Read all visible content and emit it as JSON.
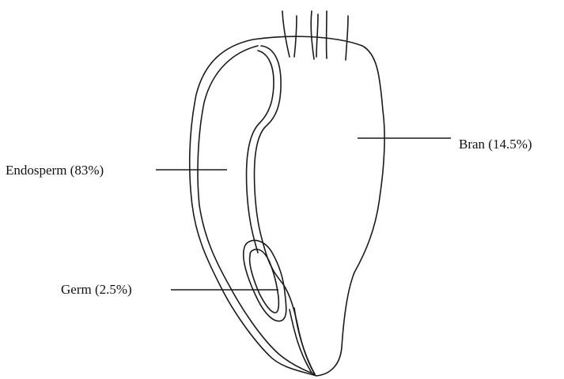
{
  "labels": {
    "endosperm": "Endosperm (83%)",
    "bran": "Bran (14.5%)",
    "germ": "Germ (2.5%)"
  },
  "colors": {
    "stroke": "#1a1a1a",
    "text": "#111111",
    "background": "#ffffff"
  }
}
